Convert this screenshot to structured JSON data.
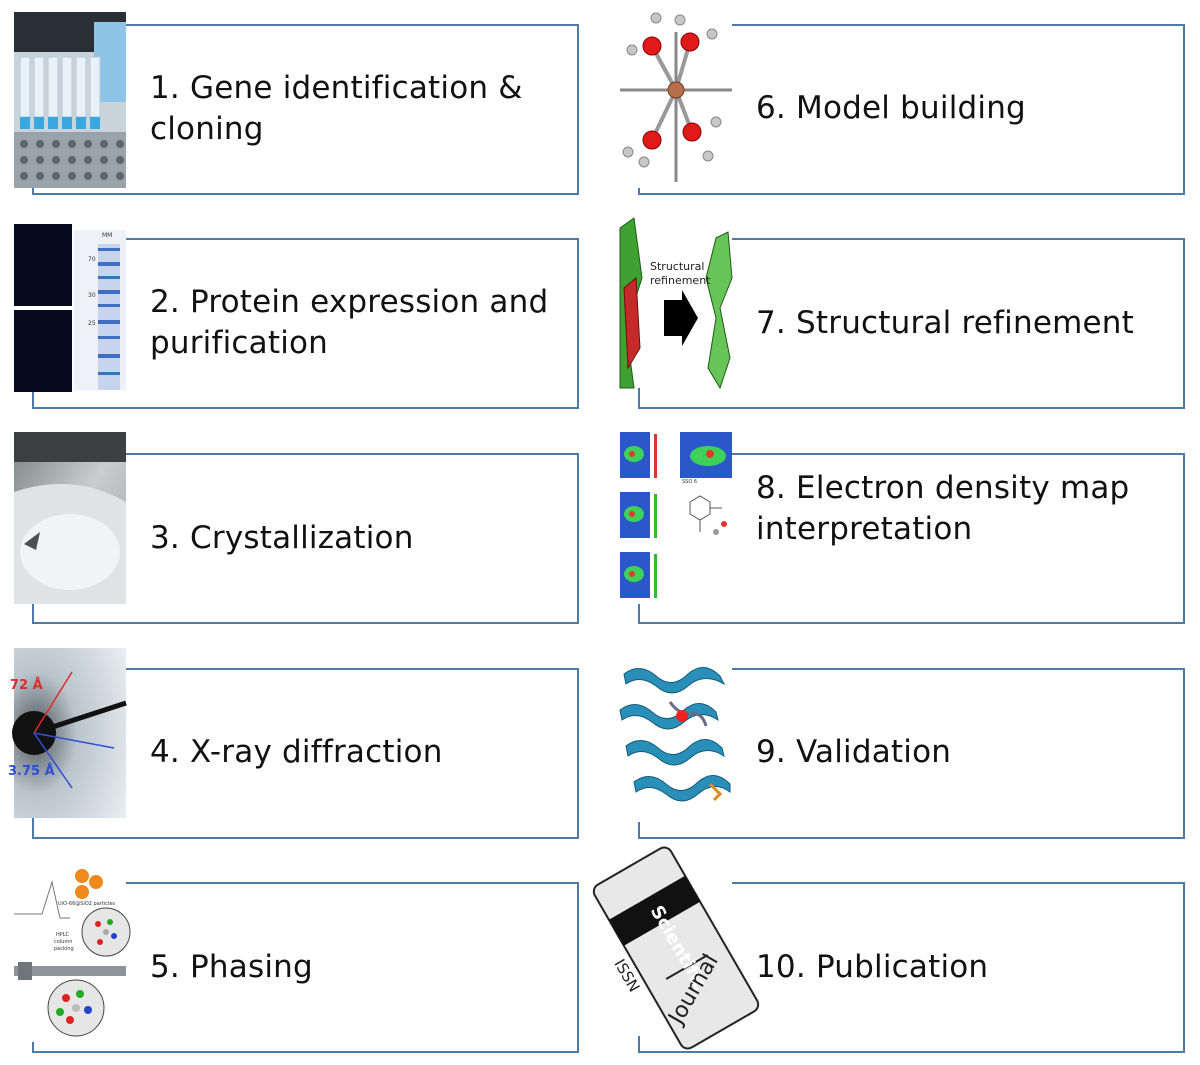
{
  "steps": [
    {
      "label": "1. Gene identification & cloning",
      "image": "pcr-tubes-image"
    },
    {
      "label": "2. Protein expression and purification",
      "image": "sds-page-gel-image"
    },
    {
      "label": "3. Crystallization",
      "image": "crystal-vial-image"
    },
    {
      "label": "4. X-ray diffraction",
      "image": "diffraction-pattern-image"
    },
    {
      "label": "5. Phasing",
      "image": "phasing-particles-image"
    },
    {
      "label": "6. Model building",
      "image": "molecule-ball-stick-image"
    },
    {
      "label": "7. Structural refinement",
      "image": "ribbon-refinement-image"
    },
    {
      "label": "8. Electron density map interpretation",
      "image": "density-maps-image"
    },
    {
      "label": "9. Validation",
      "image": "protein-helix-image"
    },
    {
      "label": "10. Publication",
      "image": "journal-card-image"
    }
  ],
  "image_text": {
    "gel_marker": "MM",
    "gel_ticks": [
      "70",
      "30",
      "25"
    ],
    "refine_text": [
      "Structural",
      "refinement"
    ],
    "diffraction_labels": [
      "72 Å",
      "3.75 Å"
    ],
    "phasing_text": [
      "UiO-66@SiO2 particles",
      "HPLC",
      "column",
      "packing"
    ],
    "density_label": "SSO 6",
    "journal_words": [
      "Scientific",
      "Journal",
      "ISSN"
    ]
  },
  "colors": {
    "frame_border": "#4f7aa6",
    "text": "#111111"
  }
}
